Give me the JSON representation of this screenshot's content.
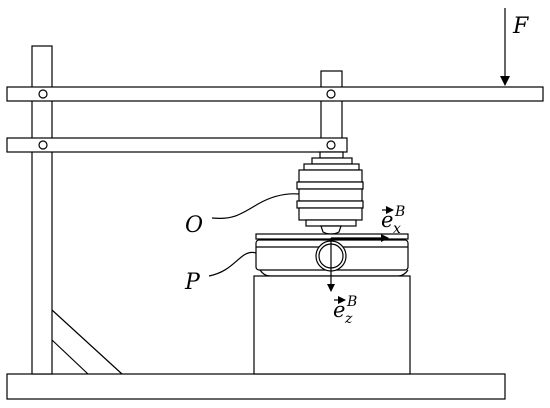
{
  "labels": {
    "force": "F",
    "point_o": "O",
    "point_p": "P",
    "basis_x": {
      "base": "e",
      "sup": "B",
      "sub": "x"
    },
    "basis_z": {
      "base": "e",
      "sup": "B",
      "sub": "z"
    }
  },
  "colors": {
    "stroke": "#000000",
    "background": "#ffffff"
  }
}
